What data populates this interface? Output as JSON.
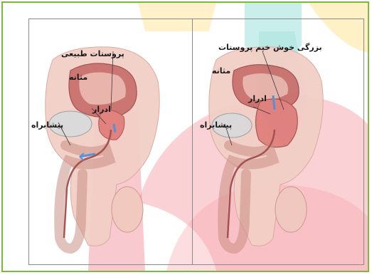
{
  "left_panel": {
    "labels": {
      "prostate": "پروستات طبیعی",
      "bladder": "مثانه",
      "urine": "ادرار",
      "urethra": "پیشابراه"
    }
  },
  "right_panel": {
    "labels": {
      "bph": "بزرگی خوش خیم پروستات",
      "bladder": "مثانه",
      "urine": "ادرار",
      "urethra": "پیشابراه"
    }
  },
  "colors": {
    "border": "#7cbb3a",
    "watermark_red": "#e63a4a",
    "watermark_yellow": "#ffe07a",
    "watermark_teal": "#8fd9d3",
    "tissue": "#efc6bd",
    "bladder": "#c86a6a",
    "flow_arrow": "#4f8fd6"
  }
}
